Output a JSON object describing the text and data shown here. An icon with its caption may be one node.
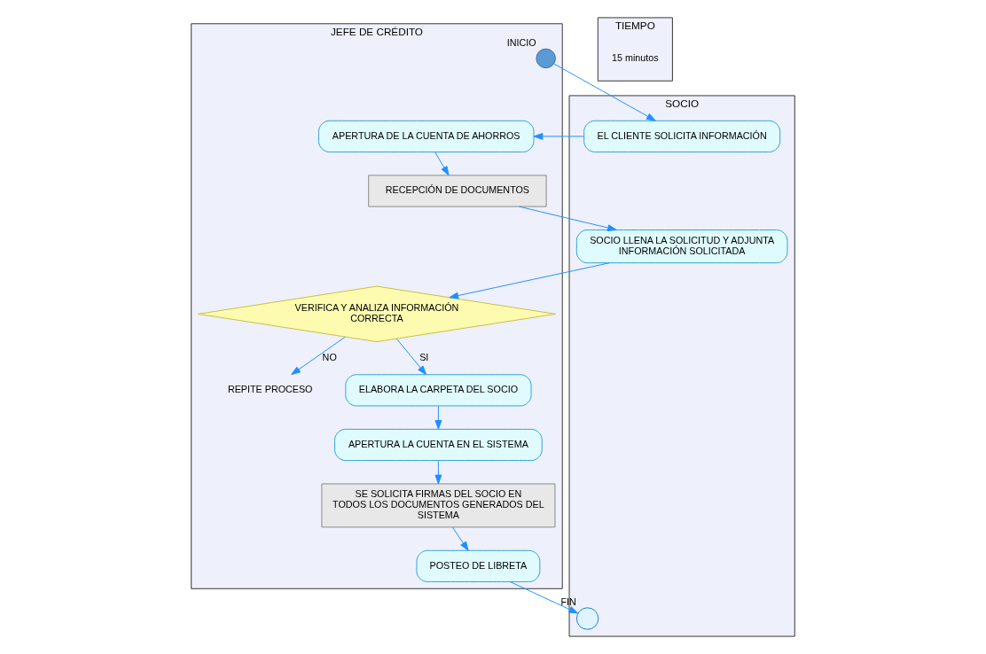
{
  "diagram": {
    "nodes": [
      {
        "text": [
          "SOCIO"
        ]
      },
      {
        "text": [
          "JEFE DE CRÉDITO"
        ]
      },
      {
        "text": [
          "TIEMPO"
        ]
      },
      {
        "text": [],
        "shape": "circle",
        "beside": [
          "INICIO"
        ],
        "in": 1
      },
      {
        "text": [
          "EL CLIENTE SOLICITA INFORMACIÓN"
        ],
        "in": 0
      },
      {
        "text": [
          "APERTURA DE LA CUENTA DE AHORROS"
        ],
        "in": 1
      },
      {
        "text": [
          "RECEPCIÓN DE DOCUMENTOS"
        ],
        "in": 1
      },
      {
        "text": [
          "SOCIO LLENA LA SOLICITUD Y ADJUNTA INFORMACIÓN SOLICITADA"
        ],
        "in": 0
      },
      {
        "text": [
          "VERIFICA Y ANALIZA INFORMACIÓN CORRECTA"
        ],
        "in": 1
      },
      {
        "text": [
          "REPITE PROCESO"
        ],
        "in": 1
      },
      {
        "text": [
          "ELABORA LA CARPETA DEL SOCIO"
        ],
        "in": 1
      },
      {
        "text": [
          "APERTURA LA CUENTA EN EL SISTEMA"
        ],
        "in": 1
      },
      {
        "text": [
          "SE SOLICITA FIRMAS DEL SOCIO EN TODOS LOS DOCUMENTOS GENERADOS DEL SISTEMA"
        ],
        "in": 1
      },
      {
        "text": [
          "POSTEO DE LIBRETA"
        ],
        "in": 1
      },
      {
        "text": [],
        "shape": "circle",
        "beside": [
          "FIN"
        ],
        "in": 0
      }
    ],
    "edges": [
      {
        "from": 3,
        "to": 4,
        "arrow": "to"
      },
      {
        "from": 4,
        "to": 5,
        "arrow": "to"
      },
      {
        "from": 5,
        "to": 6,
        "arrow": "to"
      },
      {
        "from": 6,
        "to": 7,
        "arrow": "to"
      },
      {
        "from": 7,
        "to": 8,
        "arrow": "to"
      },
      {
        "from": 8,
        "to": 9,
        "label": "NO",
        "arrow": "to"
      },
      {
        "from": 8,
        "to": 10,
        "label": "SI",
        "arrow": "to"
      },
      {
        "from": 10,
        "to": 11,
        "arrow": "to"
      },
      {
        "from": 11,
        "to": 12,
        "arrow": "to"
      },
      {
        "from": 12,
        "to": 13,
        "arrow": "to"
      },
      {
        "from": 13,
        "to": 14,
        "arrow": "to"
      }
    ],
    "labels": [
      "15 minutos"
    ]
  }
}
